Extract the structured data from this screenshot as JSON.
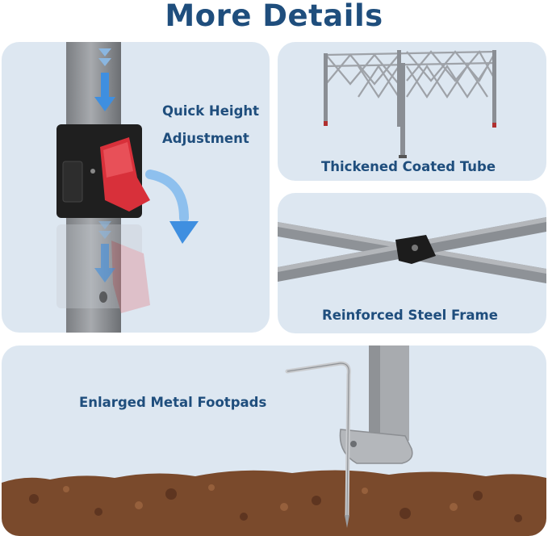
{
  "header": {
    "title": "More Details"
  },
  "panels": {
    "height": {
      "line1": "Quick Height",
      "line2": "Adjustment"
    },
    "tube": {
      "caption": "Thickened Coated Tube"
    },
    "frame": {
      "caption": "Reinforced Steel Frame"
    },
    "footpad": {
      "caption": "Enlarged Metal Footpads"
    }
  },
  "colors": {
    "title": "#1f4e7d",
    "panel_bg": "#dde7f1",
    "lever_red": "#d8303a",
    "arrow_blue": "#3f8fe0",
    "soil": "#7a4a2c"
  }
}
